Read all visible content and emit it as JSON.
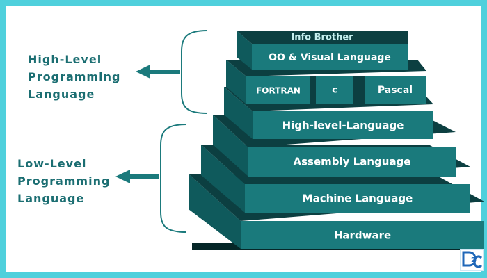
{
  "groups": {
    "high": "High-Level\nProgramming\nLanguage",
    "low": "Low-Level\nProgramming\nLanguage"
  },
  "brand": "Info Brother",
  "tiers": {
    "oo_visual": "OO  & Visual Language",
    "fortran": "FORTRAN",
    "c": "c",
    "pascal": "Pascal",
    "high_level": "High-level-Language",
    "assembly": "Assembly Language",
    "machine": "Machine Language",
    "hardware": "Hardware"
  },
  "logo": {
    "text": "D2C"
  },
  "colors": {
    "frame": "#4fd0dc",
    "label": "#1b6e72",
    "front": "#1a7a7c",
    "side": "#0f5a5c",
    "bevel": "#0c3f41",
    "top": "#21918f",
    "shadow": "#062728",
    "bracket": "#1b7a7c",
    "logo_blue": "#1f67b8"
  }
}
